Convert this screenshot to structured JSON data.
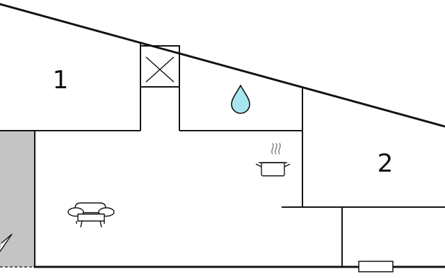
{
  "plan": {
    "rooms": [
      {
        "id": "room-1",
        "label": "1"
      },
      {
        "id": "room-2",
        "label": "2"
      }
    ],
    "colors": {
      "wall": "#111111",
      "terrace": "#c4c4c4",
      "water_drop": "#a8e6ee",
      "background": "#ffffff"
    },
    "icons": [
      "ventilation-shaft-icon",
      "water-drop-icon",
      "cooking-pot-icon",
      "sofa-icon",
      "radiator-icon",
      "door-swing-icon"
    ]
  }
}
